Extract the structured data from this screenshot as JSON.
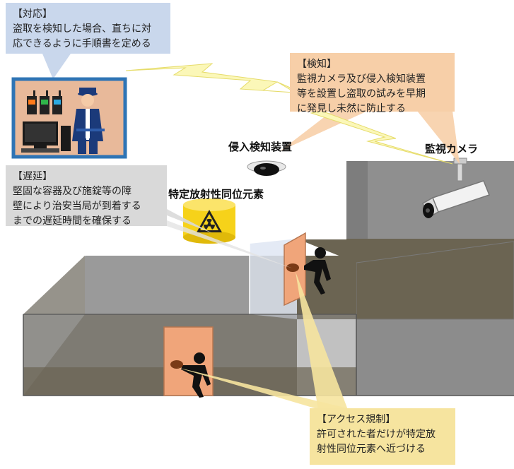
{
  "callouts": {
    "response": {
      "title": "【対応】",
      "lines": [
        "盗取を検知した場合、直ちに対",
        "応できるように手順書を定める"
      ]
    },
    "detection": {
      "title": "【検知】",
      "lines": [
        "監視カメラ及び侵入検知装置",
        "等を設置し盗取の試みを早期",
        "に発見し未然に防止する"
      ]
    },
    "delay": {
      "title": "【遅延】",
      "lines": [
        "堅固な容器及び施錠等の障",
        "壁により治安当局が到着する",
        "までの遅延時間を確保する"
      ]
    },
    "access": {
      "title": "【アクセス規制】",
      "lines": [
        "許可された者だけが特定放",
        "射性同位元素へ近づける"
      ]
    }
  },
  "labels": {
    "intrusion_detector": "侵入検知装置",
    "surveillance_camera": "監視カメラ",
    "radioisotope": "特定放射性同位元素"
  },
  "colors": {
    "response_box": "#c9d7ec",
    "detection_box": "#f7cfa8",
    "delay_box": "#d9d9d9",
    "access_box": "#f6e49f",
    "floor": "#6b6452",
    "wall_gray": "#9a9a9a",
    "door": "#f0a57a",
    "container_yellow": "#f6d21a",
    "guard_panel_border": "#2e74b5"
  },
  "icons": [
    "radiation-icon",
    "camera-icon",
    "dome-sensor-icon",
    "intruder-icon",
    "guard-icon",
    "radio-icon",
    "computer-icon"
  ]
}
